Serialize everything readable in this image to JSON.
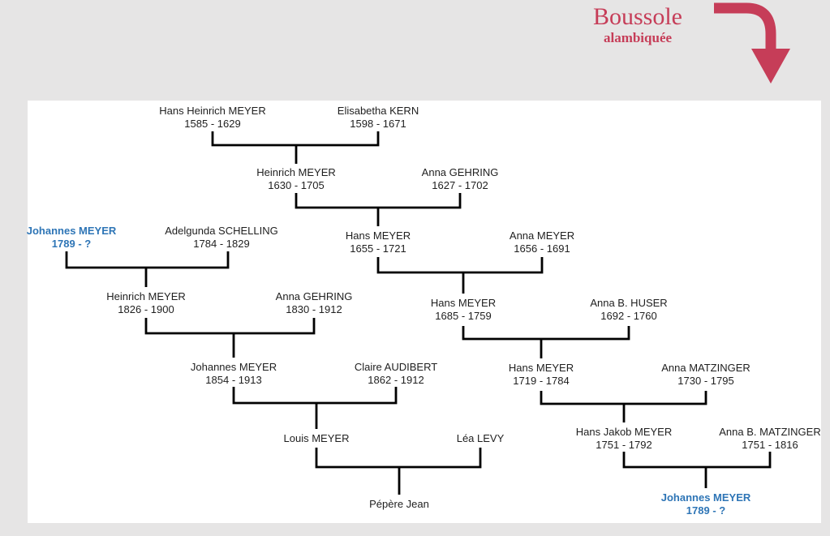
{
  "page": {
    "background_color": "#e6e5e5",
    "panel_background_color": "#ffffff"
  },
  "logo": {
    "title": "Boussole",
    "subtitle": "alambiquée",
    "color": "#c63d58",
    "arrow_icon": "curved-arrow-down-icon"
  },
  "tree": {
    "text_color": "#1f1f1f",
    "highlight_color": "#2e75b6",
    "line_color": "#000000",
    "people": [
      {
        "name": "Hans Heinrich MEYER",
        "dates": "1585 - 1629",
        "highlight": false
      },
      {
        "name": "Elisabetha KERN",
        "dates": "1598 - 1671",
        "highlight": false
      },
      {
        "name": "Heinrich MEYER",
        "dates": "1630 - 1705",
        "highlight": false
      },
      {
        "name": "Anna GEHRING",
        "dates": "1627 - 1702",
        "highlight": false
      },
      {
        "name": "Johannes MEYER",
        "dates": "1789 - ?",
        "highlight": true
      },
      {
        "name": "Adelgunda SCHELLING",
        "dates": "1784 - 1829",
        "highlight": false
      },
      {
        "name": "Hans MEYER",
        "dates": "1655 - 1721",
        "highlight": false
      },
      {
        "name": "Anna MEYER",
        "dates": "1656 - 1691",
        "highlight": false
      },
      {
        "name": "Heinrich MEYER",
        "dates": "1826 - 1900",
        "highlight": false
      },
      {
        "name": "Anna GEHRING",
        "dates": "1830 - 1912",
        "highlight": false
      },
      {
        "name": "Hans MEYER",
        "dates": "1685 - 1759",
        "highlight": false
      },
      {
        "name": "Anna B. HUSER",
        "dates": "1692 - 1760",
        "highlight": false
      },
      {
        "name": "Johannes MEYER",
        "dates": "1854 - 1913",
        "highlight": false
      },
      {
        "name": "Claire AUDIBERT",
        "dates": "1862 - 1912",
        "highlight": false
      },
      {
        "name": "Hans MEYER",
        "dates": "1719 - 1784",
        "highlight": false
      },
      {
        "name": "Anna MATZINGER",
        "dates": "1730 - 1795",
        "highlight": false
      },
      {
        "name": "Louis MEYER",
        "dates": "",
        "highlight": false
      },
      {
        "name": "Léa LEVY",
        "dates": "",
        "highlight": false
      },
      {
        "name": "Hans Jakob MEYER",
        "dates": "1751 - 1792",
        "highlight": false
      },
      {
        "name": "Anna B. MATZINGER",
        "dates": "1751 - 1816",
        "highlight": false
      },
      {
        "name": "Pépère Jean",
        "dates": "",
        "highlight": false
      },
      {
        "name": "Johannes MEYER",
        "dates": "1789 - ?",
        "highlight": true
      }
    ],
    "unions": [
      {
        "partners": [
          0,
          1
        ],
        "child": 2
      },
      {
        "partners": [
          2,
          3
        ],
        "child": 6
      },
      {
        "partners": [
          6,
          7
        ],
        "child": 10
      },
      {
        "partners": [
          10,
          11
        ],
        "child": 14
      },
      {
        "partners": [
          14,
          15
        ],
        "child": 18
      },
      {
        "partners": [
          18,
          19
        ],
        "child": 21
      },
      {
        "partners": [
          4,
          5
        ],
        "child": 8
      },
      {
        "partners": [
          8,
          9
        ],
        "child": 12
      },
      {
        "partners": [
          12,
          13
        ],
        "child": 16
      },
      {
        "partners": [
          16,
          17
        ],
        "child": 20
      }
    ]
  }
}
